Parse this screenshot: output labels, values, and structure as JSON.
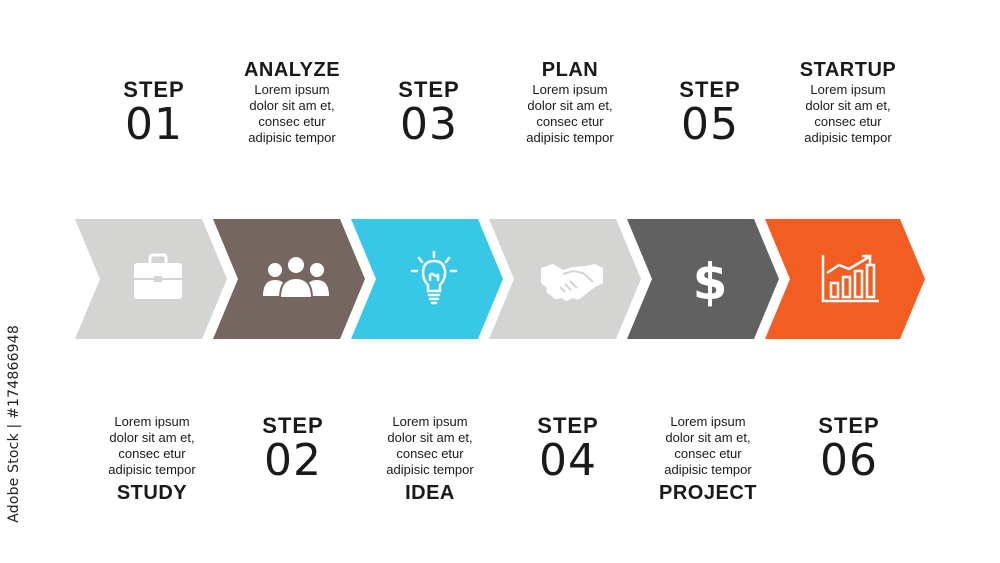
{
  "watermark": "Adobe Stock | #174866948",
  "steps": [
    {
      "word": "STEP",
      "number": "01",
      "title": "STUDY",
      "body": [
        "Lorem ipsum",
        "dolor sit am et,",
        "consec etur",
        "adipisic tempor"
      ],
      "color": "#d4d5d2",
      "icon": "briefcase-icon"
    },
    {
      "word": "STEP",
      "number": "02",
      "title": "ANALYZE",
      "body": [
        "Lorem ipsum",
        "dolor sit am et,",
        "consec etur",
        "adipisic tempor"
      ],
      "color": "#766660",
      "icon": "team-icon"
    },
    {
      "word": "STEP",
      "number": "03",
      "title": "IDEA",
      "body": [
        "Lorem ipsum",
        "dolor sit am et,",
        "consec etur",
        "adipisic tempor"
      ],
      "color": "#36c8e6",
      "icon": "lightbulb-icon"
    },
    {
      "word": "STEP",
      "number": "04",
      "title": "PLAN",
      "body": [
        "Lorem ipsum",
        "dolor sit am et,",
        "consec etur",
        "adipisic tempor"
      ],
      "color": "#d4d5d2",
      "icon": "handshake-icon"
    },
    {
      "word": "STEP",
      "number": "05",
      "title": "PROJECT",
      "body": [
        "Lorem ipsum",
        "dolor sit am et,",
        "consec etur",
        "adipisic tempor"
      ],
      "color": "#616161",
      "icon": "dollar-icon"
    },
    {
      "word": "STEP",
      "number": "06",
      "title": "STARTUP",
      "body": [
        "Lorem ipsum",
        "dolor sit am et,",
        "consec etur",
        "adipisic tempor"
      ],
      "color": "#f25d22",
      "icon": "growth-chart-icon"
    }
  ]
}
